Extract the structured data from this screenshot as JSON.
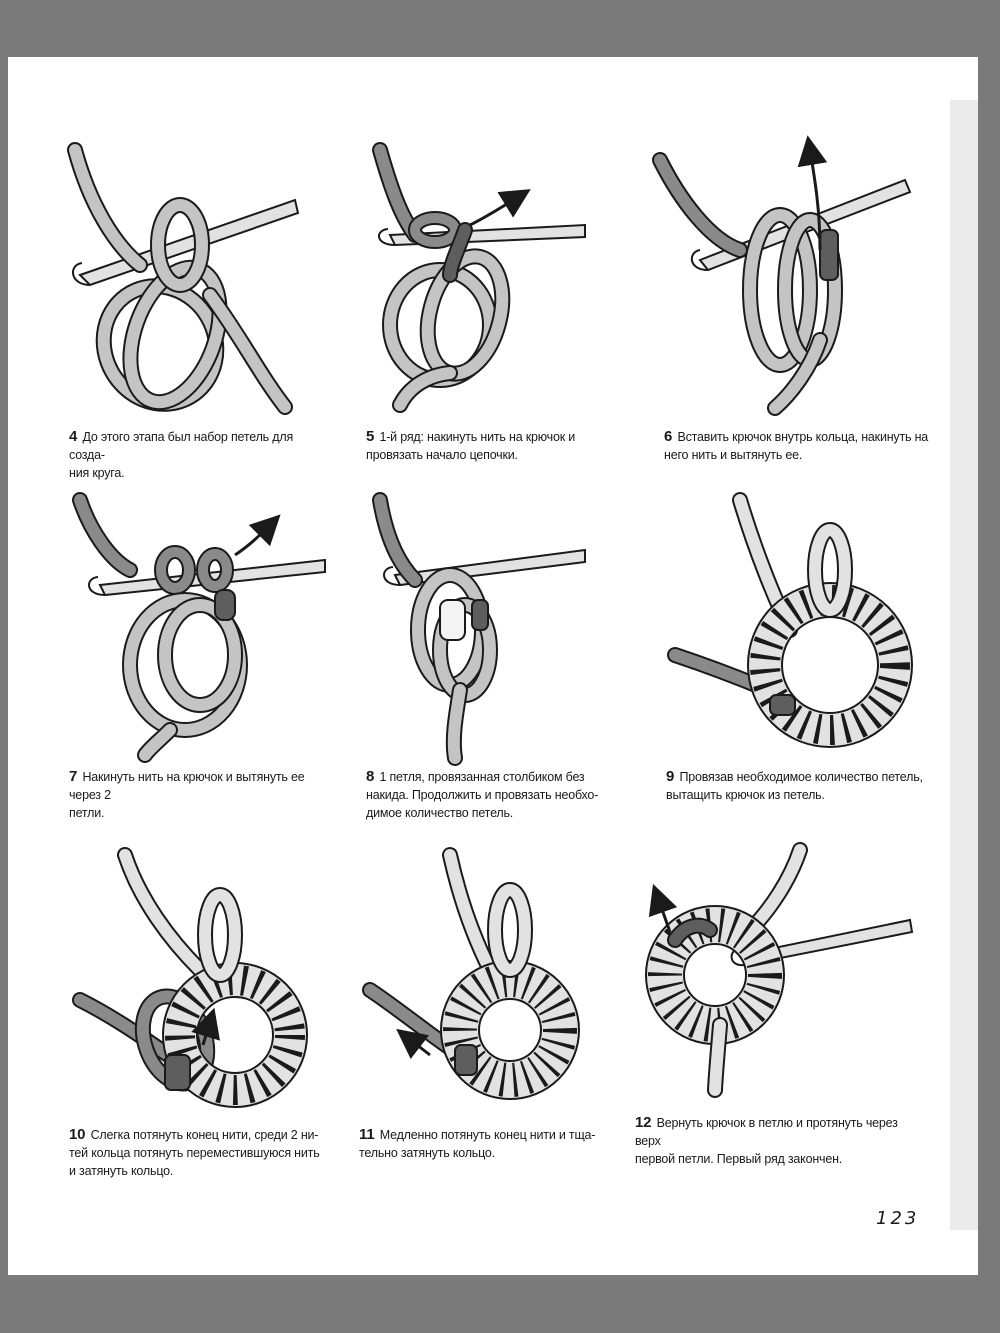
{
  "steps": [
    {
      "num": "4",
      "text": "До этого этапа был набор петель для созда-",
      "text2": "ния круга."
    },
    {
      "num": "5",
      "text": "1-й ряд: накинуть нить на крючок и",
      "text2": "провязать начало цепочки."
    },
    {
      "num": "6",
      "text": "Вставить крючок внутрь кольца, накинуть на",
      "text2": "него нить и вытянуть ее."
    },
    {
      "num": "7",
      "text": "Накинуть нить на крючок и вытянуть ее через 2",
      "text2": "петли."
    },
    {
      "num": "8",
      "text": "1 петля, провязанная столбиком без",
      "text2": "накида. Продолжить и провязать необхо-",
      "text3": "димое количество петель."
    },
    {
      "num": "9",
      "text": "Провязав необходимое количество петель,",
      "text2": "вытащить крючок из петель."
    },
    {
      "num": "10",
      "text": "Слегка потянуть конец нити, среди 2 ни-",
      "text2": "тей кольца потянуть переместившуюся нить",
      "text3": "и затянуть кольцо."
    },
    {
      "num": "11",
      "text": "Медленно потянуть конец нити и тща-",
      "text2": "тельно затянуть кольцо."
    },
    {
      "num": "12",
      "text": "Вернуть крючок в петлю и протянуть через верх",
      "text2": "первой петли. Первый ряд закончен."
    }
  ],
  "page_number": "123",
  "colors": {
    "yarn_light": "#c4c4c4",
    "yarn_dark": "#8a8a8a",
    "yarn_darker": "#5e5e5e",
    "outline": "#1a1a1a",
    "hook": "#e2e2e2"
  }
}
